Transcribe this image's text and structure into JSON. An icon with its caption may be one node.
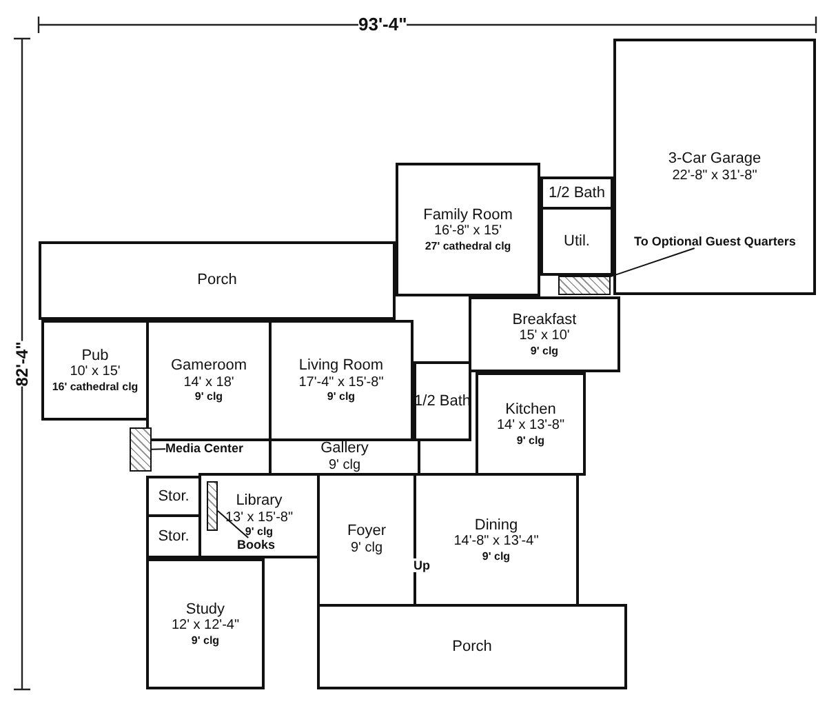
{
  "diagram": {
    "nodes": [
      {
        "text": [
          "3-Car Garage",
          "22'-8\" x 31'-8\""
        ]
      },
      {
        "text": [
          "Family Room",
          "16'-8\" x 15'",
          "27' cathedral clg"
        ]
      },
      {
        "text": [
          "1/2 Bath"
        ]
      },
      {
        "text": [
          "Util."
        ]
      },
      {
        "text": [
          "Porch"
        ]
      },
      {
        "text": [
          "Breakfast",
          "15' x 10'",
          "9' clg"
        ]
      },
      {
        "text": [
          "Pub",
          "10' x 15'",
          "16' cathedral clg"
        ]
      },
      {
        "text": [
          "Living Room",
          "17'-4\" x 15'-8\"",
          "9' clg"
        ]
      },
      {
        "text": [
          "Gameroom",
          "14' x 18'",
          "9' clg"
        ]
      },
      {
        "text": [
          "Kitchen",
          "14' x 13'-8\"",
          "9' clg"
        ]
      },
      {
        "text": [
          "1/2 Bath"
        ]
      },
      {
        "text": [
          "Gallery",
          "9' clg"
        ]
      },
      {
        "text": [
          "Media Center"
        ]
      },
      {
        "text": [],
        "shape": "box"
      },
      {
        "text": [
          "Stor."
        ]
      },
      {
        "text": [
          "Library",
          "13' x 15'-8\"",
          "9' clg"
        ]
      },
      {
        "text": [
          "Stor."
        ]
      },
      {
        "text": [
          "Books"
        ],
        "in": 15
      },
      {
        "text": [],
        "shape": "box",
        "in": 15
      },
      {
        "text": [
          "Foyer",
          "9' clg"
        ]
      },
      {
        "text": [
          "Dining",
          "14'-8\" x 13'-4\"",
          "9' clg"
        ]
      },
      {
        "text": [
          "Study",
          "12' x 12'-4\"",
          "9' clg"
        ]
      },
      {
        "text": [
          "Porch"
        ]
      },
      {
        "text": [
          "To Optional Guest Quarters"
        ],
        "in": 0
      },
      {
        "text": [],
        "shape": "box"
      }
    ],
    "edges": [
      {
        "from": 12,
        "to": 13,
        "arrow": "none"
      },
      {
        "from": 17,
        "to": 18,
        "arrow": "none"
      },
      {
        "from": 23,
        "to": 24,
        "arrow": "none"
      }
    ],
    "labels": [
      "93'-4\"",
      "82'-4\"",
      "Up"
    ]
  }
}
